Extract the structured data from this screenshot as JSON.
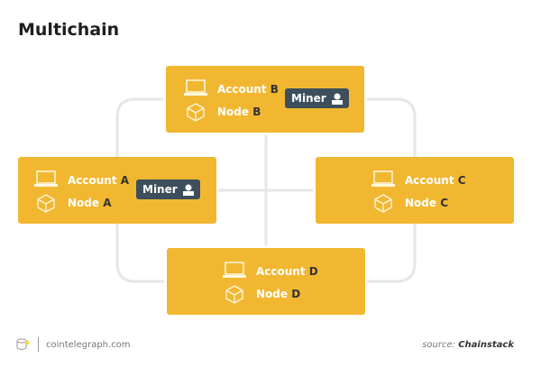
{
  "title": "Multichain",
  "nodes": {
    "b": {
      "account": "Account",
      "node": "Node",
      "letter": "B",
      "miner": "Miner"
    },
    "a": {
      "account": "Account",
      "node": "Node",
      "letter": "A",
      "miner": "Miner"
    },
    "c": {
      "account": "Account",
      "node": "Node",
      "letter": "C"
    },
    "d": {
      "account": "Account",
      "node": "Node",
      "letter": "D"
    }
  },
  "footer": {
    "site": "cointelegraph.com",
    "source_prefix": "source:",
    "source": "Chainstack"
  },
  "colors": {
    "node": "#f2b731",
    "miner": "#3d4f5c",
    "line": "#e6e6e6"
  }
}
